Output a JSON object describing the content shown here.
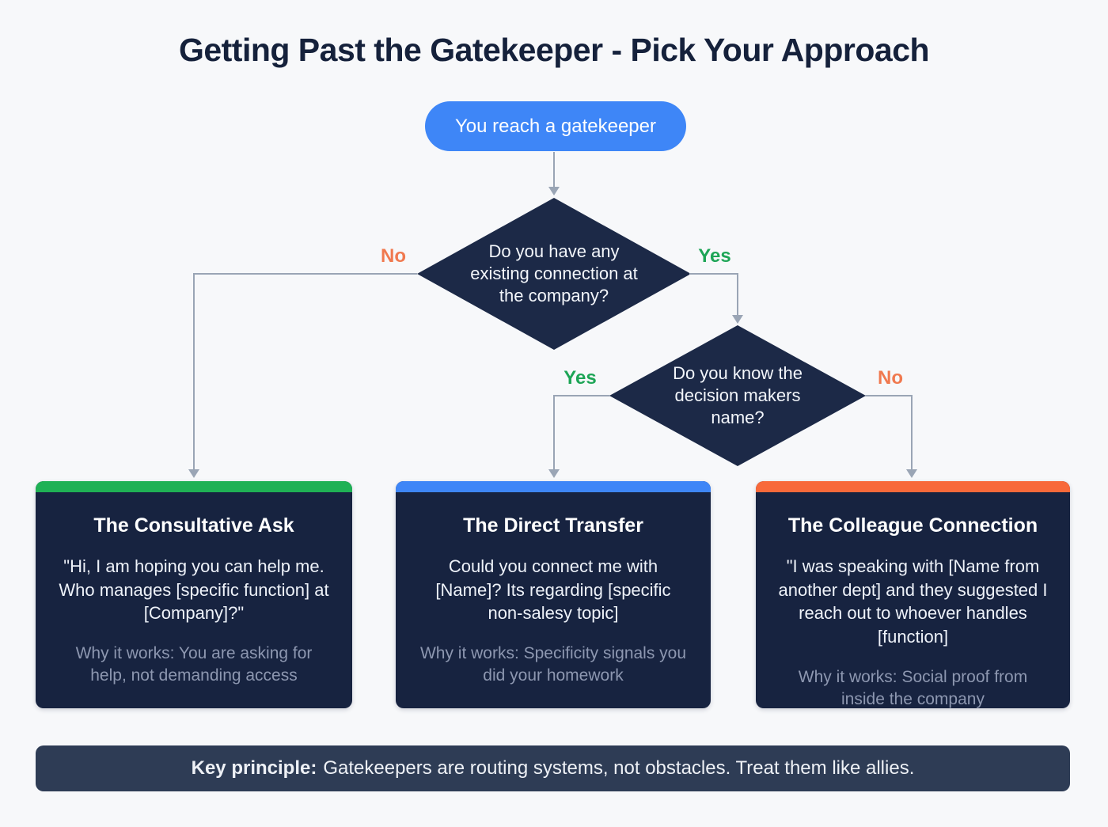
{
  "title": "Getting Past the Gatekeeper - Pick Your Approach",
  "start": {
    "label": "You reach a gatekeeper"
  },
  "decisions": [
    {
      "question": "Do you have any existing connection at the company?",
      "left_label": "No",
      "right_label": "Yes"
    },
    {
      "question": "Do you know the decision makers name?",
      "left_label": "Yes",
      "right_label": "No"
    }
  ],
  "cards": [
    {
      "title": "The Consultative Ask",
      "script": "\"Hi, I am hoping you can help me. Who manages [specific function] at [Company]?\"",
      "why": "Why it works: You are asking for help, not demanding access",
      "accent_color": "#1fb155"
    },
    {
      "title": "The Direct Transfer",
      "script": "Could you connect me with [Name]? Its regarding [specific non-salesy topic]",
      "why": "Why it works: Specificity signals you did your homework",
      "accent_color": "#3e86f7"
    },
    {
      "title": "The Colleague Connection",
      "script": "\"I was speaking with [Name from another dept] and they suggested I reach out to whoever handles [function]",
      "why": "Why it works: Social proof from inside the company",
      "accent_color": "#f8693a"
    }
  ],
  "footer": {
    "bold": "Key principle:",
    "text": "Gatekeepers are routing systems, not obstacles. Treat them like allies."
  },
  "colors": {
    "yes": "#1da556",
    "no": "#f0794f",
    "node_blue": "#3e86f7",
    "panel_navy": "#172340",
    "diamond_navy": "#1c2947",
    "footer_navy": "#2e3c55",
    "arrow_gray": "#9aa5b5"
  }
}
